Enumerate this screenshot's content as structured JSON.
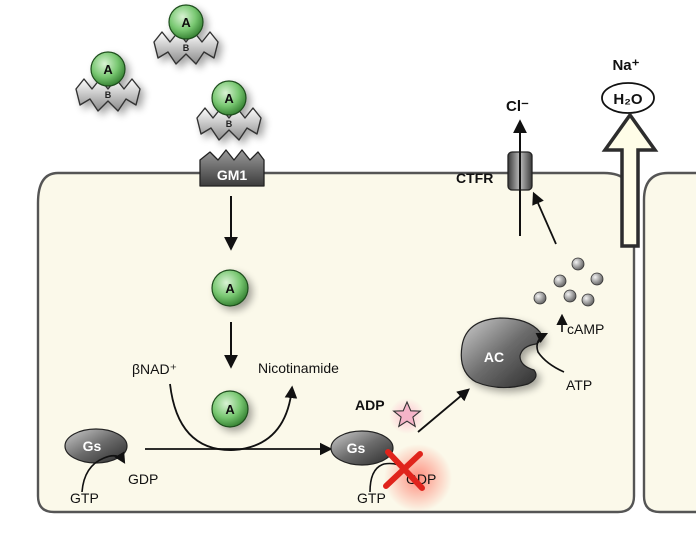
{
  "toxin": {
    "subunit_a": "A",
    "subunit_b": "B"
  },
  "receptor": {
    "label": "GM1"
  },
  "nad_reaction": {
    "substrate": "βNAD⁺",
    "product": "Nicotinamide"
  },
  "g_protein": {
    "gs_label": "Gs",
    "left": {
      "gtp": "GTP",
      "gdp": "GDP"
    },
    "right": {
      "adp": "ADP",
      "gtp": "GTP",
      "gdp": "GDP"
    }
  },
  "adenylate_cyclase": {
    "label": "AC",
    "substrate": "ATP",
    "product": "cAMP"
  },
  "cftr": {
    "label": "CTFR",
    "ion": "Cl⁻"
  },
  "efflux": {
    "ion": "Na⁺",
    "water": "H₂O"
  },
  "colors": {
    "cell_fill": "#fbf9ea",
    "cell_stroke": "#555555",
    "toxin_a_green": "#6fc46a",
    "block_red": "#e0241c",
    "adp_star": "#f5b4c8"
  }
}
